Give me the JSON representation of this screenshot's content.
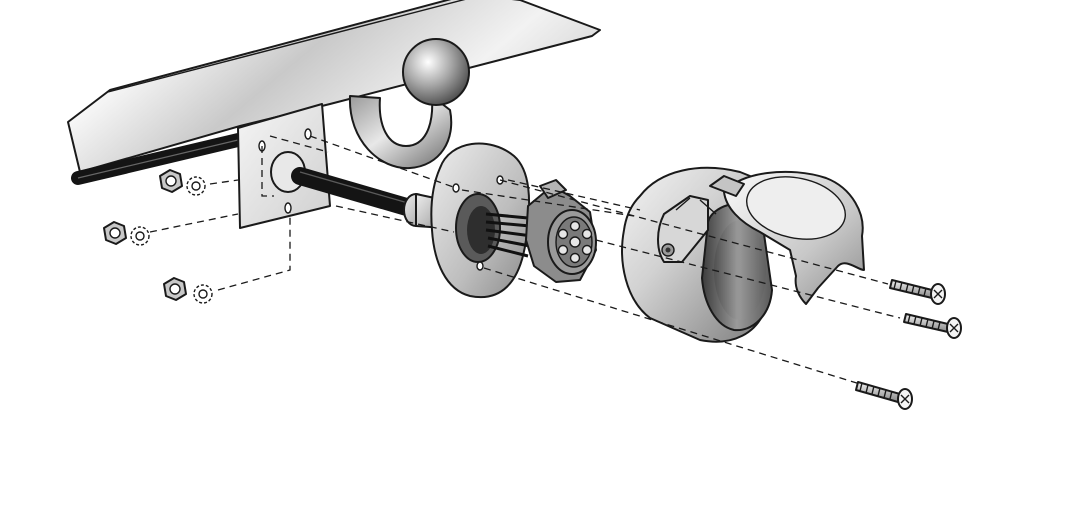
{
  "diagram": {
    "subject": "trailer-socket-exploded-assembly",
    "parts": [
      "tow-bar-beam",
      "tow-ball",
      "mounting-plate",
      "cable",
      "socket-base-plate",
      "pin-connector-insert",
      "socket-housing-with-lid",
      "screws",
      "nuts",
      "lock-washers"
    ],
    "colors": {
      "outline": "#1a1a1a",
      "metal_light": "#f2f2f2",
      "metal_mid": "#b8b8b8",
      "metal_dark": "#6e6e6e",
      "cable": "#141414",
      "background": "#ffffff"
    }
  }
}
